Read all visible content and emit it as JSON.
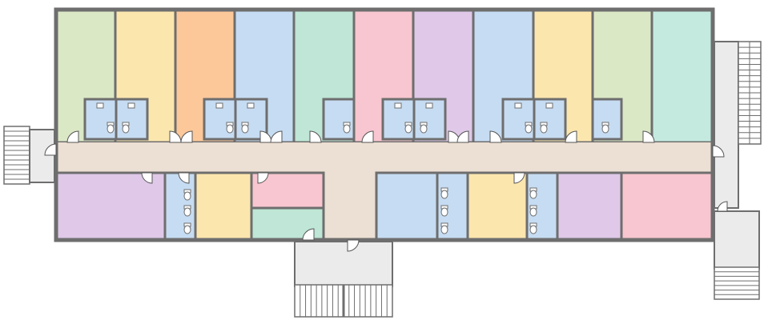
{
  "colors": {
    "green": "#dbe8c6",
    "yellow": "#fbe6ae",
    "orange": "#fcc89a",
    "blue": "#c6dcf2",
    "teal": "#bfe6d6",
    "pink": "#f8c6d0",
    "purple": "#dfc8e8",
    "aqua": "#c4eae0",
    "corridor": "#ecdfd3",
    "wall": "#6e6e6e",
    "landing": "#ebebeb"
  },
  "rooms": {
    "top_row": [
      "green",
      "yellow",
      "orange",
      "blue",
      "teal",
      "pink",
      "purple",
      "blue",
      "yellow",
      "green",
      "aqua"
    ],
    "bottom_row": [
      "purple",
      "blue",
      "yellow",
      "pink",
      "teal",
      "blue",
      "blue",
      "yellow",
      "blue",
      "purple",
      "pink"
    ]
  },
  "icons": {
    "stair": "stair-icon",
    "door": "door-swing-icon",
    "toilet": "toilet-icon"
  }
}
